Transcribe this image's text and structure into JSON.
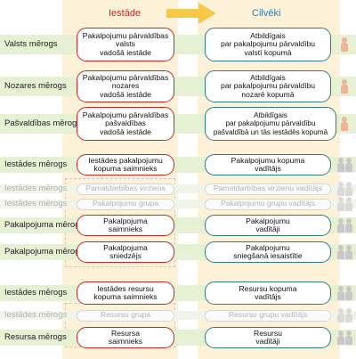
{
  "headers": {
    "left": "Iestāde",
    "right": "Cilvēki",
    "left_color": "#c62828",
    "right_color": "#2e7da8",
    "arrow_color": "#f7c948"
  },
  "rows": [
    {
      "label": "Valsts mērogs",
      "faded": false,
      "left": "Pakalpojumu pārvaldības\nvalsts\nvadošā iestāde",
      "right": "Atbildīgais\npar pakalpojumu pārvaldību\nvalstī kopumā"
    },
    {
      "label": "Nozares mērogs",
      "faded": false,
      "left": "Pakalpojumu pārvaldības\nnozares\nvadošā iestāde",
      "right": "Atbildīgais\npar pakalpojumu pārvaldību\nnozarē kopumā"
    },
    {
      "label": "Pašvaldības mērogs",
      "faded": false,
      "left": "Pakalpojumu pārvaldības\npašvaldības\nvadošā iestāde",
      "right": "Atbildīgais\npar pakalpojumu pārvaldību\npašvaldībā un tās iestādēs kopumā"
    },
    {
      "label": "Iestādes mērogs",
      "faded": false,
      "left": "Iestādes pakalpojumu\nkopuma saimnieks",
      "right": "Pakalpojumu kopuma\nvadītājs"
    },
    {
      "label": "Iestādes mērogs",
      "faded": true,
      "left": "Pamatdarbības virziens",
      "right": "Pamatdarbības virzienu vadītājs"
    },
    {
      "label": "Iestādes mērogs",
      "faded": true,
      "left": "Pakalpojumu grupa",
      "right": "Pakalpojumu grupu vadītājs"
    },
    {
      "label": "Pakalpojuma mērogs",
      "faded": false,
      "left": "Pakalpojuma\nsaimnieks",
      "right": "Pakalpojumu\nvadītāji"
    },
    {
      "label": "Pakalpojuma mērogs",
      "faded": false,
      "left": "Pakalpojuma\nsniedzējs",
      "right": "Pakalpojumu\nsniegšanā iesaistītie"
    },
    {
      "label": "Iestādes mērogs",
      "faded": false,
      "left": "Iestādes resursu\nkopuma saimnieks",
      "right": "Resursu kopuma\nvadītājs"
    },
    {
      "label": "Iestādes mērogs",
      "faded": true,
      "left": "Resursu grupa",
      "right": "Resursu grupu vadītājs"
    },
    {
      "label": "Resursa mērogs",
      "faded": false,
      "left": "Resursa\nsaimnieks",
      "right": "Resursu\nvadītāji"
    }
  ]
}
